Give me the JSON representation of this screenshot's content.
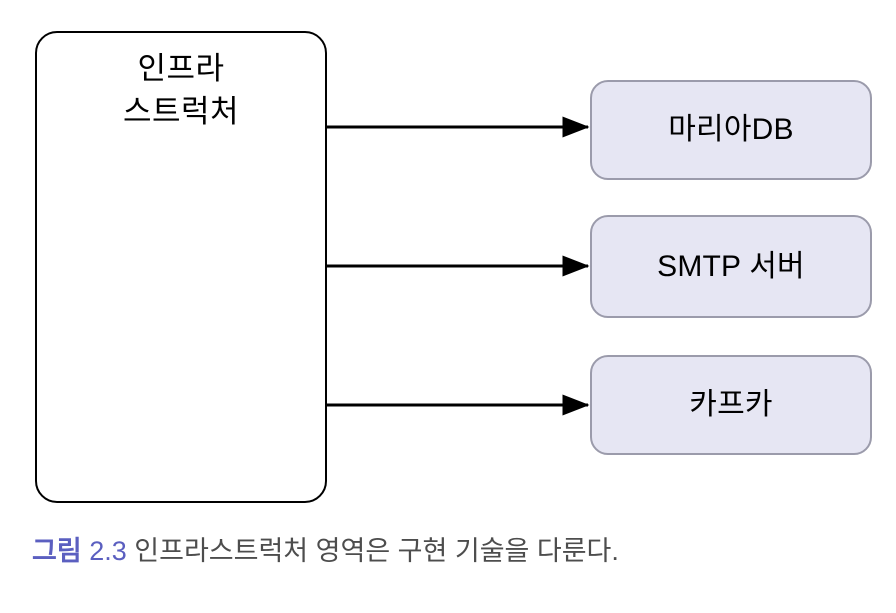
{
  "figure": {
    "container": {
      "name": "infrastructure",
      "label": "인프라\n스트럭처",
      "label_line_1": "인프라",
      "label_line_2": "스트럭처",
      "border_color": "#000000",
      "fill_color": "#ffffff"
    },
    "components": [
      {
        "id": "mariadb",
        "label": "마리아DB",
        "fill_color": "#e6e6f3",
        "border_color": "#9b9bab"
      },
      {
        "id": "smtp-server",
        "label": "SMTP 서버",
        "fill_color": "#e6e6f3",
        "border_color": "#9b9bab"
      },
      {
        "id": "kafka",
        "label": "카프카",
        "fill_color": "#e6e6f3",
        "border_color": "#9b9bab"
      }
    ],
    "connectors": [
      {
        "id": "arrow-to-mariadb",
        "from": "infrastructure",
        "to": "mariadb",
        "style": "solid-arrow",
        "color": "#000000"
      },
      {
        "id": "arrow-to-smtp-server",
        "from": "infrastructure",
        "to": "smtp-server",
        "style": "solid-arrow",
        "color": "#000000"
      },
      {
        "id": "arrow-to-kafka",
        "from": "infrastructure",
        "to": "kafka",
        "style": "solid-arrow",
        "color": "#000000"
      }
    ],
    "caption": {
      "figure_word": "그림",
      "figure_number": "2.3",
      "text": "인프라스트럭처 영역은 구현 기술을 다룬다.",
      "number_color": "#5b5fc0",
      "text_color": "#4d4d4d"
    }
  }
}
